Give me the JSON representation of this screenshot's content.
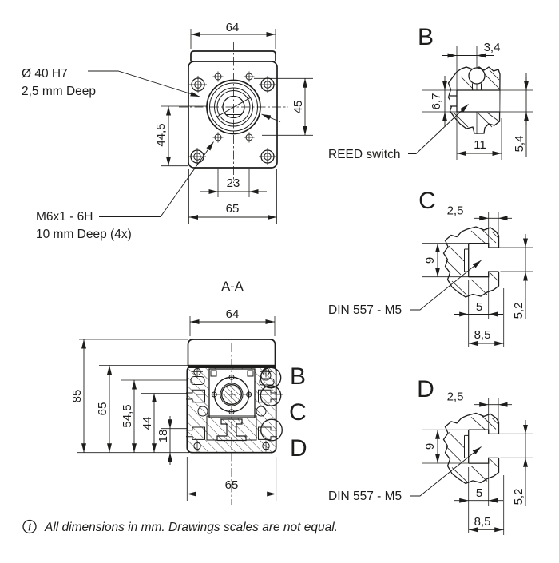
{
  "colors": {
    "line": "#1d1d1b",
    "background": "#ffffff"
  },
  "front_view": {
    "label_bore_line1": "Ø 40 H7",
    "label_bore_line2": "2,5 mm Deep",
    "label_thread_line1": "M6x1 - 6H",
    "label_thread_line2": "10 mm Deep (4x)",
    "dim_top_width": "64",
    "dim_right_height": "45",
    "dim_left_height": "44,5",
    "dim_hole_spacing": "23",
    "dim_bottom_width": "65"
  },
  "detail_b": {
    "title": "B",
    "dim_top": "3,4",
    "dim_left": "6,7",
    "dim_width": "11",
    "dim_right": "5,4",
    "label": "REED switch"
  },
  "detail_c": {
    "title": "C",
    "dim_top": "2,5",
    "dim_left": "9",
    "dim_inner": "5",
    "dim_right": "5,2",
    "dim_bottom": "8,5",
    "label": "DIN 557 - M5"
  },
  "detail_d": {
    "title": "D",
    "dim_top": "2,5",
    "dim_left": "9",
    "dim_inner": "5",
    "dim_right": "5,2",
    "dim_bottom": "8,5",
    "label": "DIN 557 - M5"
  },
  "section_view": {
    "title": "A-A",
    "dim_top_width": "64",
    "dim_total_height": "85",
    "dim_body_height": "65",
    "dim_reed_height": "54,5",
    "dim_slot_c_height": "44",
    "dim_slot_d_height": "18",
    "dim_bottom_width": "65",
    "callout_b": "B",
    "callout_c": "C",
    "callout_d": "D"
  },
  "footnote": {
    "icon": "i",
    "text": "All dimensions in mm. Drawings scales are not equal."
  }
}
